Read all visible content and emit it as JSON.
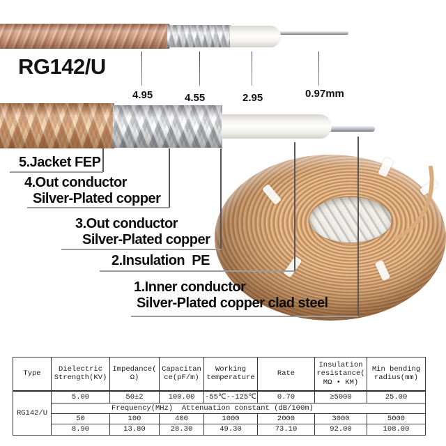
{
  "product": {
    "title": "RG142/U"
  },
  "dimensions": {
    "values": [
      "4.95",
      "4.55",
      "2.95",
      "0.97mm"
    ]
  },
  "layers": [
    {
      "line1": "5.Jacket FEP"
    },
    {
      "line1": "4.Out conductor",
      "line2": "Silver-Plated copper"
    },
    {
      "line1": "3.Out conductor",
      "line2": "Silver-Plated copper"
    },
    {
      "line1": "2.Insulation  PE"
    },
    {
      "line1": "1.Inner conductor",
      "line2": "Silver-Plated copper clad steel"
    }
  ],
  "spec_table": {
    "columns": [
      "Type",
      "Dielectric\nStrength(KV)",
      "Impedance(\nΩ)",
      "Capacitan\nce(pF/m)",
      "Working\ntemperature",
      "Rate",
      "Insulation\nresistance(\nMΩ • KM)",
      "Min bending\nradius(mm)"
    ],
    "type_value": "RG142/U",
    "spec_row": [
      "5.00",
      "50±2",
      "100.00",
      "-55℃--125℃",
      "0.70",
      "≥5000",
      "25.00"
    ],
    "band_row": "Frequency(MHz)  Attenuation constant (dB/100m)",
    "frequency_row": [
      "50",
      "100",
      "400",
      "1000",
      "2000",
      "3000",
      "5000"
    ],
    "attenuation_row": [
      "8.90",
      "13.80",
      "28.30",
      "49.30",
      "73.10",
      "92.00",
      "108.00"
    ]
  },
  "colors": {
    "jacket_tan": "#d39a6a",
    "shield_silver": "#d4d5d7",
    "insulation_white": "#f6f5f2",
    "conductor_silver": "#a8adb3",
    "background": "#ffffff",
    "table_border": "#3a3a3a",
    "text": "#111111"
  }
}
